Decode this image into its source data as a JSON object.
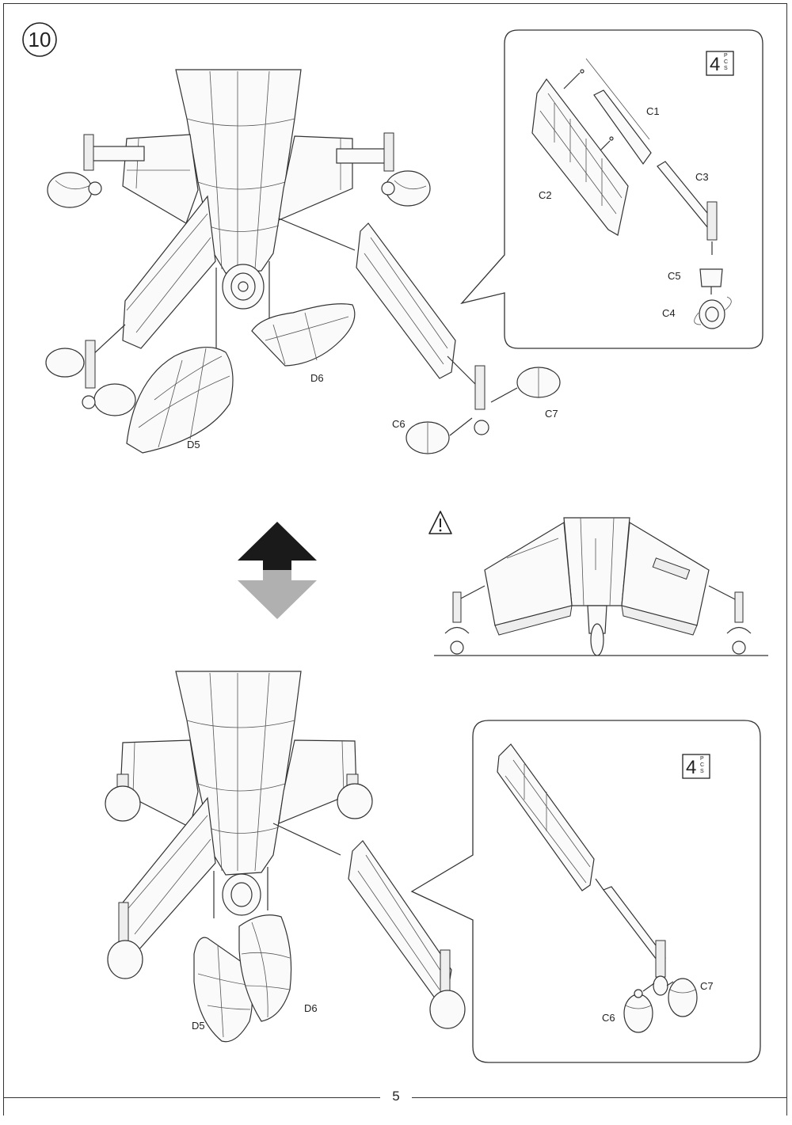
{
  "step": {
    "number": "10"
  },
  "page": {
    "number": "5"
  },
  "top_view": {
    "labels": {
      "d5": "D5",
      "d6": "D6",
      "c6": "C6",
      "c7": "C7"
    }
  },
  "top_detail": {
    "quantity": {
      "value": "4",
      "unit": "PCS"
    },
    "labels": {
      "c1": "C1",
      "c2": "C2",
      "c3": "C3",
      "c4": "C4",
      "c5": "C5"
    }
  },
  "middle": {
    "warning_icon": "warning-triangle-icon",
    "arrow_up_color": "#1a1a1a",
    "arrow_down_color": "#b0b0b0"
  },
  "bottom_view": {
    "labels": {
      "d5": "D5",
      "d6": "D6"
    }
  },
  "bottom_detail": {
    "quantity": {
      "value": "4",
      "unit": "PCS"
    },
    "labels": {
      "c6": "C6",
      "c7": "C7"
    }
  }
}
